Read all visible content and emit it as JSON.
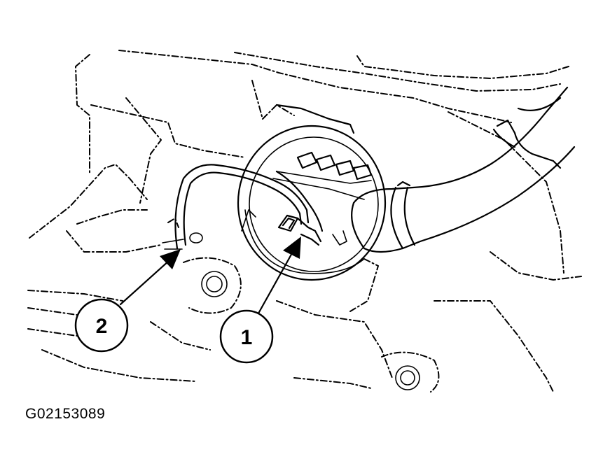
{
  "callouts": [
    {
      "label": "1"
    },
    {
      "label": "2"
    }
  ],
  "figure_id": "G02153089",
  "colors": {
    "line": "#000000",
    "background": "#ffffff"
  }
}
